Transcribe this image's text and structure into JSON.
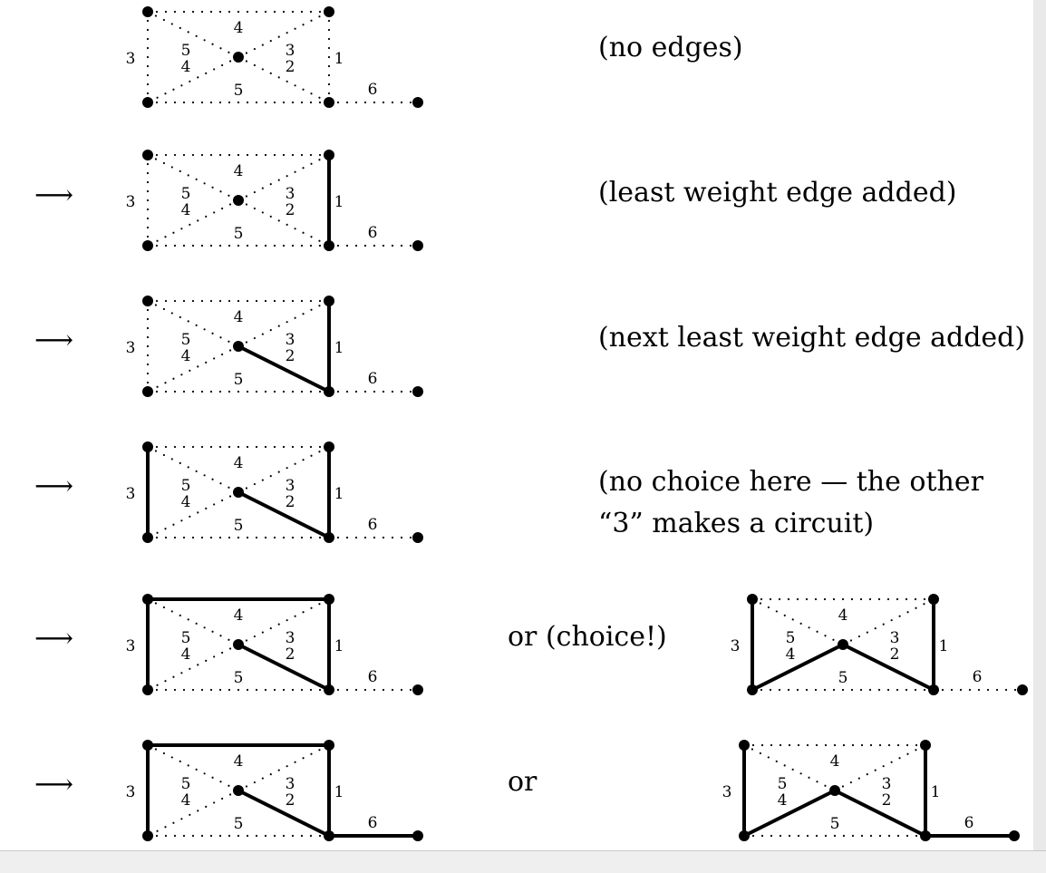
{
  "edge_labels": {
    "top": "4",
    "left": "3",
    "right": "1",
    "diag_a": "5",
    "diag_b": "4",
    "diag_c": "3",
    "diag_d": "2",
    "bottom": "5",
    "tail": "6"
  },
  "arrow_symbol": "⟶",
  "steps": [
    {
      "caption_lines": [
        "(no edges)"
      ],
      "tree_edges": [],
      "show_arrow": false
    },
    {
      "caption_lines": [
        "(least weight edge added)"
      ],
      "tree_edges": [
        "right"
      ],
      "show_arrow": true
    },
    {
      "caption_lines": [
        "(next least weight edge added)"
      ],
      "tree_edges": [
        "right",
        "center_br"
      ],
      "show_arrow": true
    },
    {
      "caption_lines": [
        "(no choice here — the other",
        " “3” makes a circuit)"
      ],
      "tree_edges": [
        "right",
        "center_br",
        "left"
      ],
      "show_arrow": true
    },
    {
      "caption_lines": [
        "or (choice!)"
      ],
      "tree_edges": [
        "right",
        "center_br",
        "left",
        "top"
      ],
      "show_arrow": true,
      "alt_tree_edges": [
        "right",
        "center_br",
        "left",
        "center_bl"
      ]
    },
    {
      "caption_lines": [
        "or"
      ],
      "tree_edges": [
        "right",
        "center_br",
        "left",
        "top",
        "tail"
      ],
      "show_arrow": true,
      "alt_tree_edges": [
        "right",
        "center_br",
        "left",
        "center_bl",
        "tail"
      ]
    }
  ],
  "colors": {
    "ink": "#000000",
    "background": "#ffffff"
  }
}
